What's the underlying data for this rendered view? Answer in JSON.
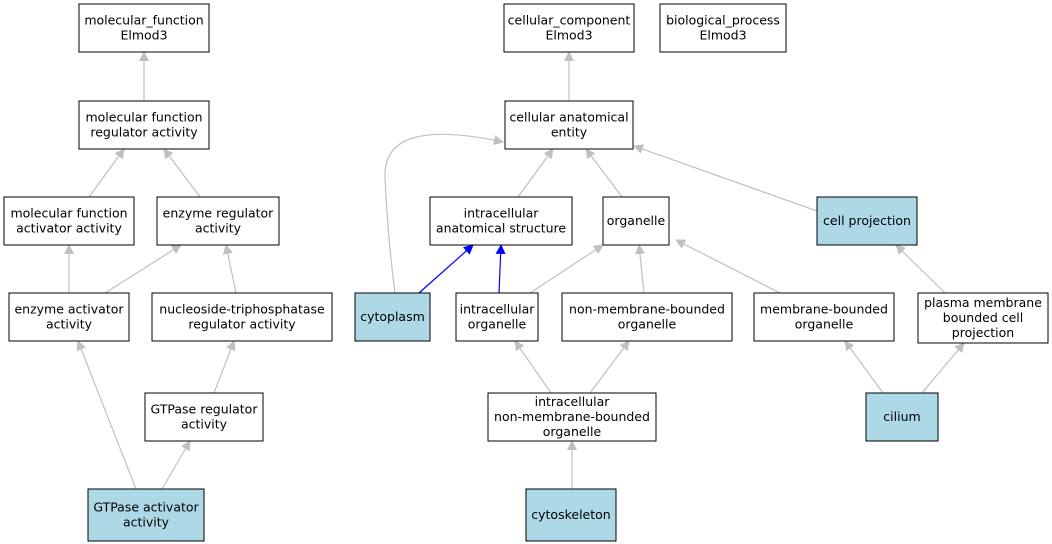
{
  "colors": {
    "highlight_fill": "#add8e6",
    "plain_fill": "#ffffff",
    "edge_gray": "#c0c0c0",
    "edge_blue": "#0000ff"
  },
  "nodes": [
    {
      "id": "mf_elmod3",
      "lines": [
        "molecular_function",
        "Elmod3"
      ],
      "highlight": false
    },
    {
      "id": "cc_elmod3",
      "lines": [
        "cellular_component",
        "Elmod3"
      ],
      "highlight": false
    },
    {
      "id": "bp_elmod3",
      "lines": [
        "biological_process",
        "Elmod3"
      ],
      "highlight": false
    },
    {
      "id": "mf_regulator",
      "lines": [
        "molecular function",
        "regulator activity"
      ],
      "highlight": false
    },
    {
      "id": "cell_anat",
      "lines": [
        "cellular anatomical",
        "entity"
      ],
      "highlight": false
    },
    {
      "id": "mf_activator",
      "lines": [
        "molecular function",
        "activator activity"
      ],
      "highlight": false
    },
    {
      "id": "enz_regulator",
      "lines": [
        "enzyme regulator",
        "activity"
      ],
      "highlight": false
    },
    {
      "id": "intra_anat",
      "lines": [
        "intracellular",
        "anatomical structure"
      ],
      "highlight": false
    },
    {
      "id": "organelle",
      "lines": [
        "organelle"
      ],
      "highlight": false
    },
    {
      "id": "cell_proj",
      "lines": [
        "cell projection"
      ],
      "highlight": true
    },
    {
      "id": "enz_activator",
      "lines": [
        "enzyme activator",
        "activity"
      ],
      "highlight": false
    },
    {
      "id": "ntp_regulator",
      "lines": [
        "nucleoside-triphosphatase",
        "regulator activity"
      ],
      "highlight": false
    },
    {
      "id": "cytoplasm",
      "lines": [
        "cytoplasm"
      ],
      "highlight": true
    },
    {
      "id": "intra_org",
      "lines": [
        "intracellular",
        "organelle"
      ],
      "highlight": false
    },
    {
      "id": "nonmem_org",
      "lines": [
        "non-membrane-bounded",
        "organelle"
      ],
      "highlight": false
    },
    {
      "id": "mem_org",
      "lines": [
        "membrane-bounded",
        "organelle"
      ],
      "highlight": false
    },
    {
      "id": "pm_proj",
      "lines": [
        "plasma membrane",
        "bounded cell",
        "projection"
      ],
      "highlight": false
    },
    {
      "id": "gtpase_reg",
      "lines": [
        "GTPase regulator",
        "activity"
      ],
      "highlight": false
    },
    {
      "id": "intra_nonmem",
      "lines": [
        "intracellular",
        "non-membrane-bounded",
        "organelle"
      ],
      "highlight": false
    },
    {
      "id": "cilium",
      "lines": [
        "cilium"
      ],
      "highlight": true
    },
    {
      "id": "gtpase_act",
      "lines": [
        "GTPase activator",
        "activity"
      ],
      "highlight": true
    },
    {
      "id": "cytoskeleton",
      "lines": [
        "cytoskeleton"
      ],
      "highlight": true
    }
  ],
  "edges": [
    {
      "from": "mf_regulator",
      "to": "mf_elmod3",
      "color": "gray"
    },
    {
      "from": "mf_activator",
      "to": "mf_regulator",
      "color": "gray"
    },
    {
      "from": "enz_regulator",
      "to": "mf_regulator",
      "color": "gray"
    },
    {
      "from": "enz_activator",
      "to": "mf_activator",
      "color": "gray"
    },
    {
      "from": "enz_activator",
      "to": "enz_regulator",
      "color": "gray"
    },
    {
      "from": "ntp_regulator",
      "to": "enz_regulator",
      "color": "gray"
    },
    {
      "from": "gtpase_reg",
      "to": "ntp_regulator",
      "color": "gray"
    },
    {
      "from": "gtpase_act",
      "to": "enz_activator",
      "color": "gray"
    },
    {
      "from": "gtpase_act",
      "to": "gtpase_reg",
      "color": "gray"
    },
    {
      "from": "cell_anat",
      "to": "cc_elmod3",
      "color": "gray"
    },
    {
      "from": "cytoplasm",
      "to": "cell_anat",
      "color": "gray"
    },
    {
      "from": "intra_anat",
      "to": "cell_anat",
      "color": "gray"
    },
    {
      "from": "organelle",
      "to": "cell_anat",
      "color": "gray"
    },
    {
      "from": "cell_proj",
      "to": "cell_anat",
      "color": "gray"
    },
    {
      "from": "cytoplasm",
      "to": "intra_anat",
      "color": "blue"
    },
    {
      "from": "intra_org",
      "to": "intra_anat",
      "color": "blue"
    },
    {
      "from": "intra_org",
      "to": "organelle",
      "color": "gray"
    },
    {
      "from": "nonmem_org",
      "to": "organelle",
      "color": "gray"
    },
    {
      "from": "mem_org",
      "to": "organelle",
      "color": "gray"
    },
    {
      "from": "pm_proj",
      "to": "cell_proj",
      "color": "gray"
    },
    {
      "from": "intra_nonmem",
      "to": "intra_org",
      "color": "gray"
    },
    {
      "from": "intra_nonmem",
      "to": "nonmem_org",
      "color": "gray"
    },
    {
      "from": "cilium",
      "to": "mem_org",
      "color": "gray"
    },
    {
      "from": "cilium",
      "to": "pm_proj",
      "color": "gray"
    },
    {
      "from": "cytoskeleton",
      "to": "intra_nonmem",
      "color": "gray"
    }
  ]
}
